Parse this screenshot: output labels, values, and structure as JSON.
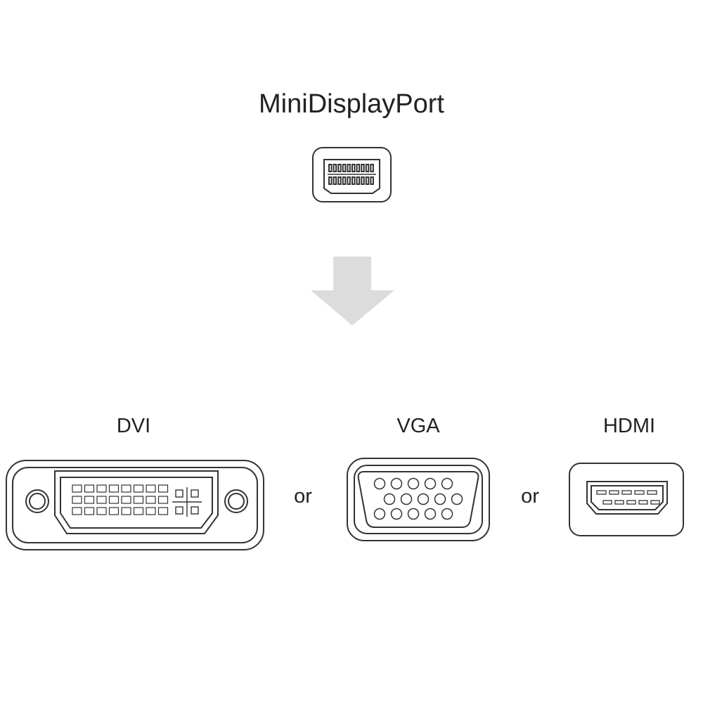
{
  "title": "MiniDisplayPort",
  "connectors": {
    "dvi": {
      "label": "DVI"
    },
    "vga": {
      "label": "VGA"
    },
    "hdmi": {
      "label": "HDMI"
    }
  },
  "separators": [
    "or",
    "or"
  ],
  "colors": {
    "line": "#333333",
    "arrow": "#dcdcdc",
    "background": "#ffffff"
  },
  "icons": [
    "minidisplayport-connector-icon",
    "down-arrow-icon",
    "dvi-connector-icon",
    "vga-connector-icon",
    "hdmi-connector-icon"
  ]
}
